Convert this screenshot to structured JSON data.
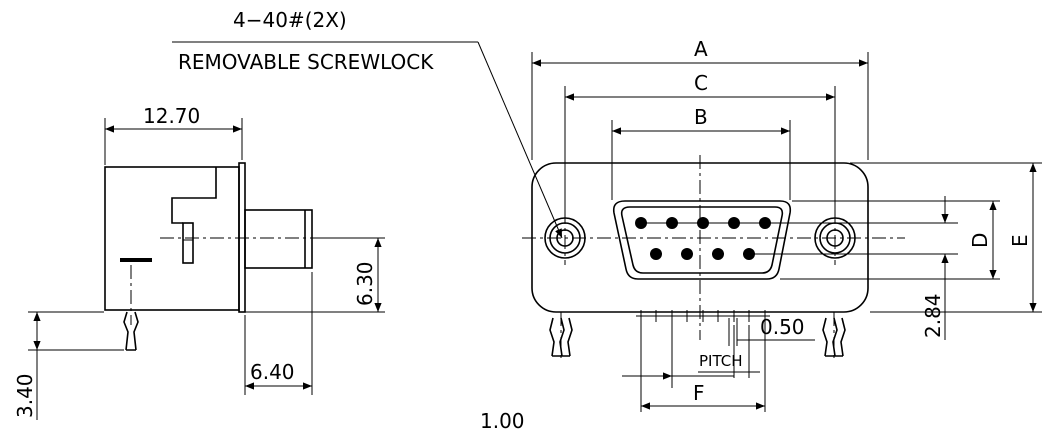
{
  "callout": {
    "thread": "4−40#(2X)",
    "removable": "REMOVABLE SCREWLOCK"
  },
  "side_view": {
    "width": "12.70",
    "height": "6.30",
    "screwlock": "6.40",
    "leg": "3.40"
  },
  "front_view": {
    "a": "A",
    "b": "B",
    "c": "C",
    "d": "D",
    "e": "E",
    "f": "F",
    "row_offset": "2.84",
    "pitch_value": "0.50",
    "pitch_label": "PITCH",
    "bottom_value": "1.00"
  }
}
